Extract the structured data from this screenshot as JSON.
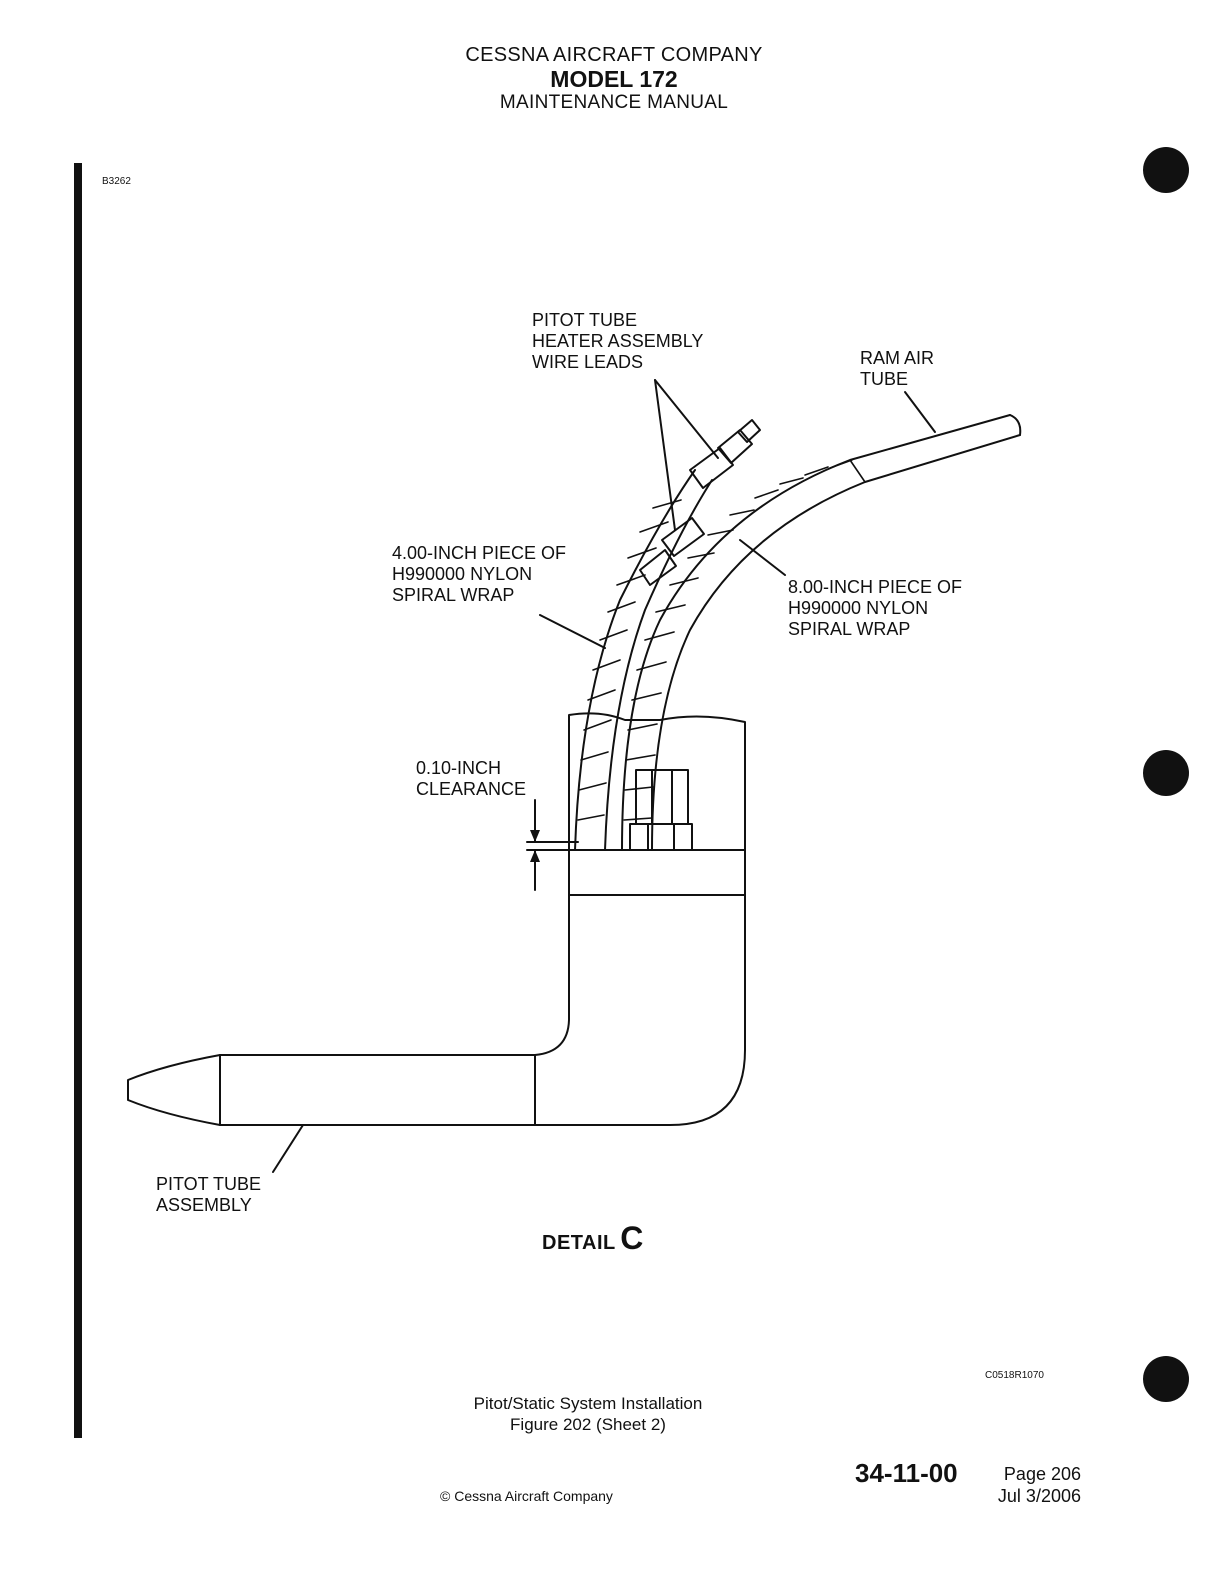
{
  "header": {
    "company": "CESSNA AIRCRAFT COMPANY",
    "model": "MODEL 172",
    "manual": "MAINTENANCE MANUAL"
  },
  "figure": {
    "code_top": "B3262",
    "code_bottom": "C0518R1070",
    "labels": {
      "heater_leads": "PITOT TUBE\nHEATER ASSEMBLY\nWIRE LEADS",
      "ram_air": "RAM AIR\nTUBE",
      "wrap_4in": "4.00-INCH PIECE OF\nH990000 NYLON\nSPIRAL WRAP",
      "wrap_8in": "8.00-INCH PIECE OF\nH990000 NYLON\nSPIRAL WRAP",
      "clearance": "0.10-INCH\nCLEARANCE",
      "pitot_assembly": "PITOT TUBE\nASSEMBLY"
    },
    "detail_word": "DETAIL",
    "detail_letter": "C",
    "caption": "Pitot/Static System Installation\nFigure 202 (Sheet 2)"
  },
  "footer": {
    "section": "34-11-00",
    "page": "Page 206\nJul 3/2006",
    "copyright": "© Cessna Aircraft Company"
  }
}
